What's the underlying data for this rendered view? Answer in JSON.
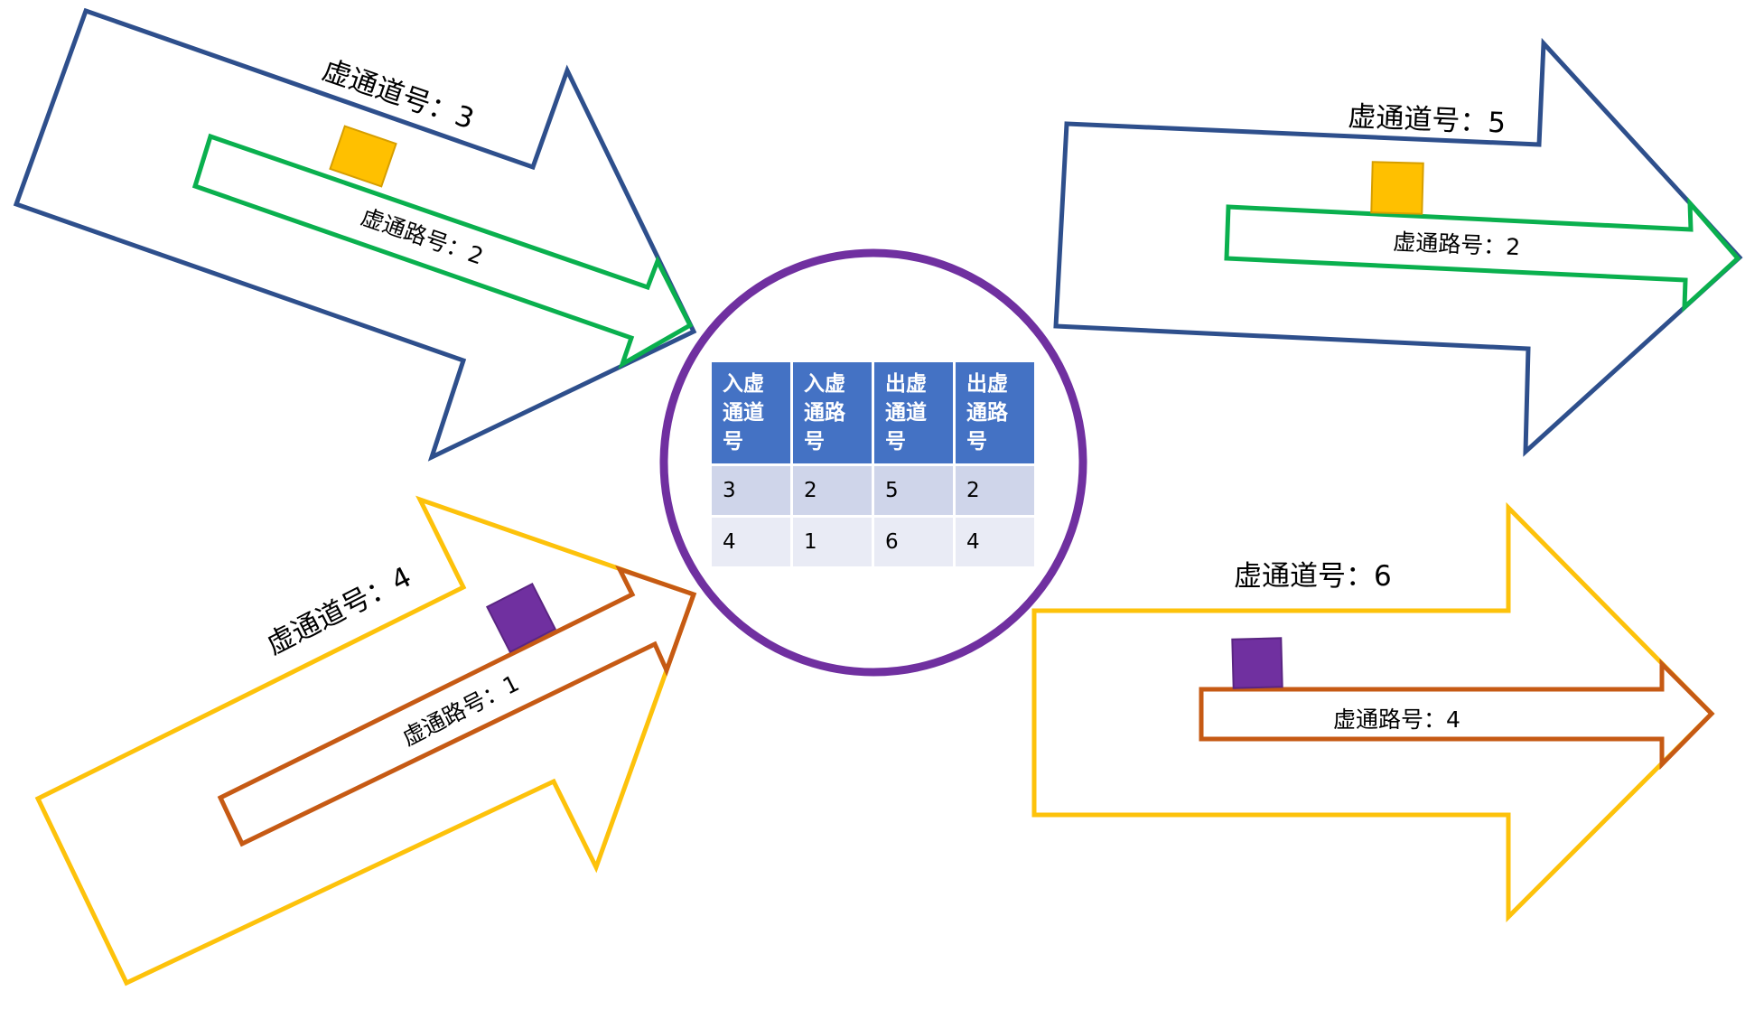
{
  "colors": {
    "channel_blue": "#2e4f8c",
    "path_green": "#0ab04e",
    "channel_yellow": "#fdc20b",
    "path_orange": "#c65a14",
    "cell_yellow": "#ffc000",
    "cell_purple": "#7030a0",
    "switch_circle": "#7030a0",
    "table_header": "#4472c4",
    "table_row_a": "#cfd5ea",
    "table_row_b": "#e9ebf5"
  },
  "links": {
    "in_top": {
      "vc_label": "虚通道号：3",
      "vp_label": "虚通路号：2",
      "cell_color": "yellow"
    },
    "in_bottom": {
      "vc_label": "虚通道号：4",
      "vp_label": "虚通路号：1",
      "cell_color": "purple"
    },
    "out_top": {
      "vc_label": "虚通道号：5",
      "vp_label": "虚通路号：2",
      "cell_color": "yellow"
    },
    "out_bottom": {
      "vc_label": "虚通道号：6",
      "vp_label": "虚通路号：4",
      "cell_color": "purple"
    }
  },
  "table": {
    "headers": [
      [
        "入虚",
        "通道",
        "号"
      ],
      [
        "入虚",
        "通路",
        "号"
      ],
      [
        "出虚",
        "通道",
        "号"
      ],
      [
        "出虚",
        "通路",
        "号"
      ]
    ],
    "rows": [
      [
        "3",
        "2",
        "5",
        "2"
      ],
      [
        "4",
        "1",
        "6",
        "4"
      ]
    ]
  }
}
